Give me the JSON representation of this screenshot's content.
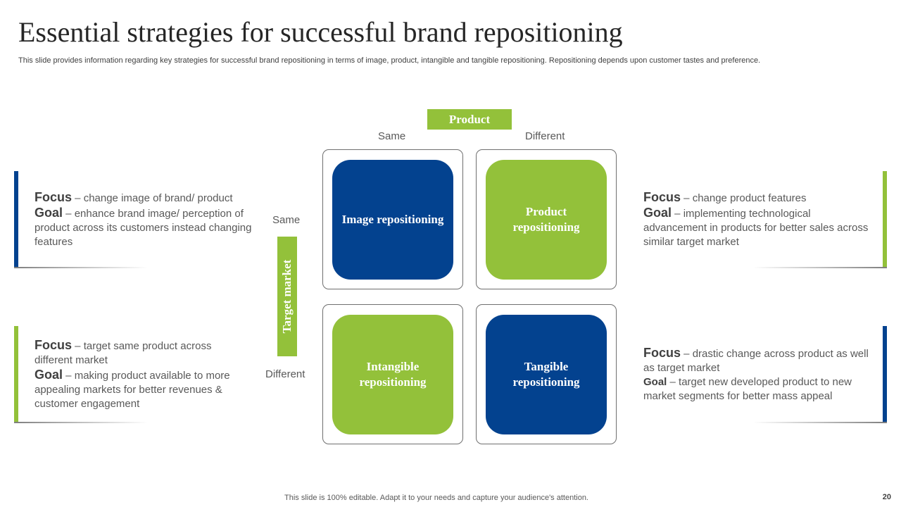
{
  "slide": {
    "title": "Essential strategies for successful brand repositioning",
    "subtitle": "This slide provides information regarding key strategies for successful brand repositioning in terms of image, product, intangible and tangible repositioning. Repositioning depends upon customer tastes and preference.",
    "footer": "This slide is 100% editable. Adapt it to your needs and capture your audience's attention.",
    "page_number": "20"
  },
  "colors": {
    "blue": "#03428f",
    "green": "#93c13a"
  },
  "matrix": {
    "x_axis": {
      "label": "Product",
      "ticks": [
        "Same",
        "Different"
      ]
    },
    "y_axis": {
      "label": "Target market",
      "ticks": [
        "Same",
        "Different"
      ]
    },
    "cells": [
      {
        "label": "Image repositioning",
        "color": "blue"
      },
      {
        "label": "Product repositioning",
        "color": "green"
      },
      {
        "label": "Intangible repositioning",
        "color": "green"
      },
      {
        "label": "Tangible repositioning",
        "color": "blue"
      }
    ]
  },
  "cards": [
    {
      "focus_label": "Focus",
      "focus_text": " – change image of brand/ product",
      "goal_label": "Goal",
      "goal_text": " – enhance brand image/ perception of product across its customers instead changing features",
      "accent": "blue"
    },
    {
      "focus_label": "Focus",
      "focus_text": " – change product features",
      "goal_label": "Goal",
      "goal_text": " – implementing technological advancement in products for better sales across similar target market",
      "accent": "green"
    },
    {
      "focus_label": "Focus",
      "focus_text": " – target same product across different market",
      "goal_label": "Goal",
      "goal_text": " – making product available to more appealing markets for better revenues & customer engagement",
      "accent": "green"
    },
    {
      "focus_label": "Focus",
      "focus_text": " – drastic change across product as well as target market",
      "goal_label": "Goal",
      "goal_text": " – target new developed product to new market segments for better mass appeal",
      "accent": "blue"
    }
  ]
}
